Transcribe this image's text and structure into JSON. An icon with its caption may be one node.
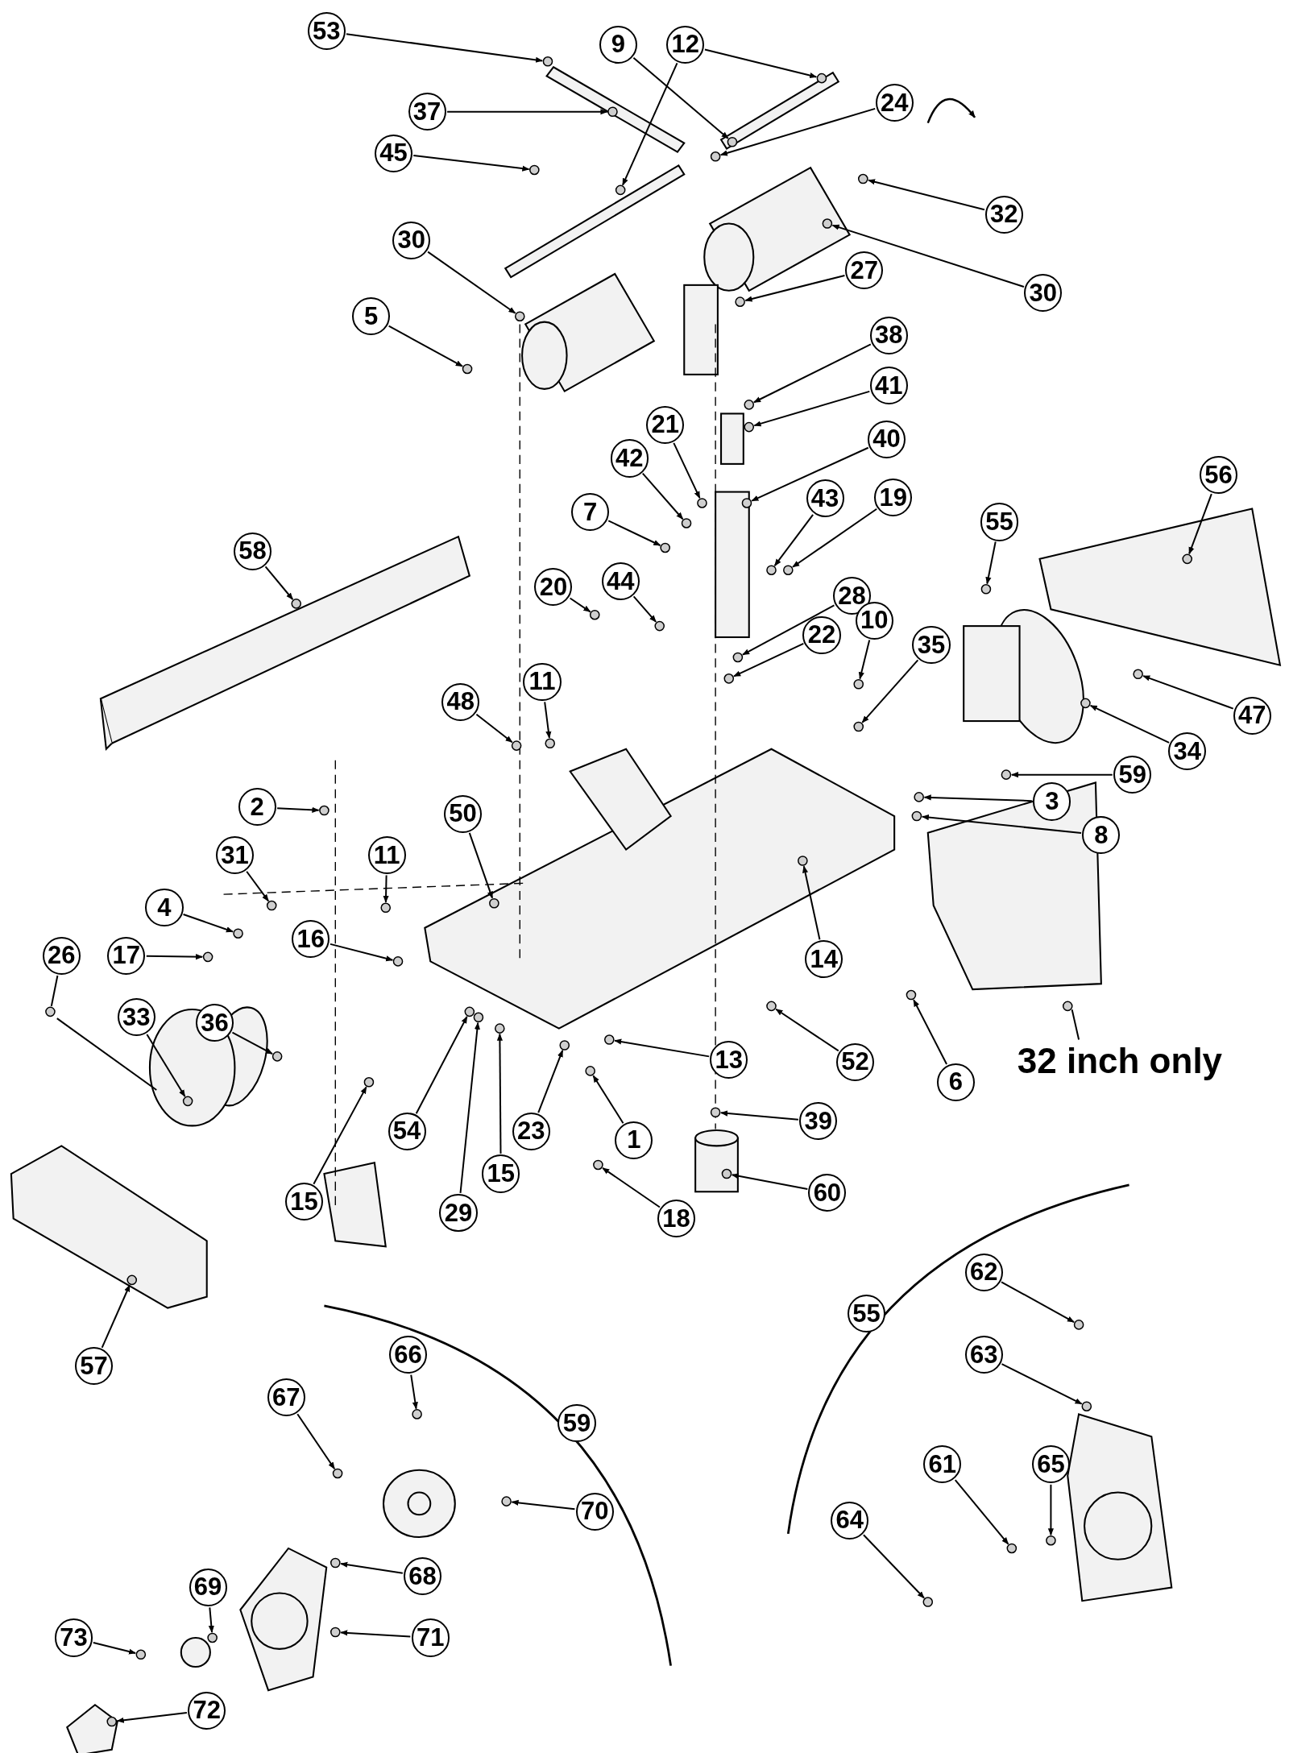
{
  "diagram": {
    "nodes": [
      {
        "text": [
          "53"
        ]
      },
      {
        "text": [
          "9"
        ]
      },
      {
        "text": [
          "12"
        ]
      },
      {
        "text": [
          "37"
        ]
      },
      {
        "text": [
          "24"
        ]
      },
      {
        "text": [
          "45"
        ]
      },
      {
        "text": [
          "32"
        ]
      },
      {
        "text": [
          "30"
        ]
      },
      {
        "text": [
          "30"
        ]
      },
      {
        "text": [
          "27"
        ]
      },
      {
        "text": [
          "5"
        ]
      },
      {
        "text": [
          "38"
        ]
      },
      {
        "text": [
          "41"
        ]
      },
      {
        "text": [
          "40"
        ]
      },
      {
        "text": [
          "21"
        ]
      },
      {
        "text": [
          "42"
        ]
      },
      {
        "text": [
          "43"
        ]
      },
      {
        "text": [
          "19"
        ]
      },
      {
        "text": [
          "7"
        ]
      },
      {
        "text": [
          "44"
        ]
      },
      {
        "text": [
          "20"
        ]
      },
      {
        "text": [
          "28"
        ]
      },
      {
        "text": [
          "22"
        ]
      },
      {
        "text": [
          "10"
        ]
      },
      {
        "text": [
          "35"
        ]
      },
      {
        "text": [
          "55"
        ]
      },
      {
        "text": [
          "56"
        ]
      },
      {
        "text": [
          "47"
        ]
      },
      {
        "text": [
          "34"
        ]
      },
      {
        "text": [
          "59"
        ]
      },
      {
        "text": [
          "3"
        ]
      },
      {
        "text": [
          "8"
        ]
      },
      {
        "text": [
          "58"
        ]
      },
      {
        "text": [
          "48"
        ]
      },
      {
        "text": [
          "11"
        ]
      },
      {
        "text": [
          "2"
        ]
      },
      {
        "text": [
          "50"
        ]
      },
      {
        "text": [
          "11"
        ]
      },
      {
        "text": [
          "31"
        ]
      },
      {
        "text": [
          "4"
        ]
      },
      {
        "text": [
          "16"
        ]
      },
      {
        "text": [
          "17"
        ]
      },
      {
        "text": [
          "26"
        ]
      },
      {
        "text": [
          "14"
        ]
      },
      {
        "text": [
          "52"
        ]
      },
      {
        "text": [
          "6"
        ]
      },
      {
        "text": [
          "32 inch only"
        ]
      },
      {
        "text": [
          "13"
        ]
      },
      {
        "text": [
          "39"
        ]
      },
      {
        "text": [
          "1"
        ]
      },
      {
        "text": [
          "23"
        ]
      },
      {
        "text": [
          "54"
        ]
      },
      {
        "text": [
          "29"
        ]
      },
      {
        "text": [
          "15"
        ]
      },
      {
        "text": [
          "15"
        ]
      },
      {
        "text": [
          "60"
        ]
      },
      {
        "text": [
          "18"
        ]
      },
      {
        "text": [
          "33"
        ]
      },
      {
        "text": [
          "36"
        ]
      },
      {
        "text": [
          "57"
        ]
      },
      {
        "text": [
          "62"
        ]
      },
      {
        "text": [
          "55"
        ]
      },
      {
        "text": [
          "63"
        ]
      },
      {
        "text": [
          "66"
        ]
      },
      {
        "text": [
          "59"
        ]
      },
      {
        "text": [
          "67"
        ]
      },
      {
        "text": [
          "65"
        ]
      },
      {
        "text": [
          "61"
        ]
      },
      {
        "text": [
          "70"
        ]
      },
      {
        "text": [
          "64"
        ]
      },
      {
        "text": [
          "68"
        ]
      },
      {
        "text": [
          "69"
        ]
      },
      {
        "text": [
          "71"
        ]
      },
      {
        "text": [
          "73"
        ]
      },
      {
        "text": [
          "72"
        ]
      },
      {
        "text": [],
        "shape": "circle"
      },
      {
        "text": [],
        "shape": "circle"
      },
      {
        "text": [],
        "shape": "circle"
      },
      {
        "text": [],
        "shape": "circle"
      },
      {
        "text": [],
        "shape": "circle"
      },
      {
        "text": [],
        "shape": "circle"
      },
      {
        "text": [],
        "shape": "circle"
      },
      {
        "text": [],
        "shape": "circle"
      },
      {
        "text": [],
        "shape": "circle"
      },
      {
        "text": [],
        "shape": "circle"
      },
      {
        "text": [],
        "shape": "circle"
      },
      {
        "text": [],
        "shape": "circle"
      },
      {
        "text": [],
        "shape": "circle"
      },
      {
        "text": [],
        "shape": "circle"
      },
      {
        "text": [],
        "shape": "circle"
      },
      {
        "text": [],
        "shape": "circle"
      },
      {
        "text": [],
        "shape": "circle"
      },
      {
        "text": [],
        "shape": "circle"
      },
      {
        "text": [],
        "shape": "circle"
      },
      {
        "text": [],
        "shape": "circle"
      },
      {
        "text": [],
        "shape": "circle"
      },
      {
        "text": [],
        "shape": "circle"
      },
      {
        "text": [],
        "shape": "circle"
      },
      {
        "text": [],
        "shape": "circle"
      },
      {
        "text": [],
        "shape": "circle"
      },
      {
        "text": [],
        "shape": "circle"
      },
      {
        "text": [],
        "shape": "circle"
      },
      {
        "text": [],
        "shape": "circle"
      },
      {
        "text": [],
        "shape": "circle"
      },
      {
        "text": [],
        "shape": "circle"
      },
      {
        "text": [],
        "shape": "circle"
      },
      {
        "text": [],
        "shape": "circle"
      },
      {
        "text": [],
        "shape": "circle"
      },
      {
        "text": [],
        "shape": "circle"
      },
      {
        "text": [],
        "shape": "circle"
      },
      {
        "text": [],
        "shape": "circle"
      },
      {
        "text": [],
        "shape": "circle"
      },
      {
        "text": [],
        "shape": "circle"
      },
      {
        "text": [],
        "shape": "circle"
      },
      {
        "text": [],
        "shape": "circle"
      },
      {
        "text": [],
        "shape": "circle"
      },
      {
        "text": [],
        "shape": "circle"
      },
      {
        "text": [],
        "shape": "circle"
      },
      {
        "text": [],
        "shape": "circle"
      },
      {
        "text": [],
        "shape": "circle"
      },
      {
        "text": [],
        "shape": "circle"
      },
      {
        "text": [],
        "shape": "circle"
      },
      {
        "text": [],
        "shape": "circle"
      },
      {
        "text": [],
        "shape": "circle"
      },
      {
        "text": [],
        "shape": "circle"
      },
      {
        "text": [],
        "shape": "circle"
      },
      {
        "text": [],
        "shape": "circle"
      },
      {
        "text": [],
        "shape": "circle"
      },
      {
        "text": [],
        "shape": "circle"
      },
      {
        "text": [],
        "shape": "circle"
      },
      {
        "text": [],
        "shape": "circle"
      },
      {
        "text": [],
        "shape": "circle"
      },
      {
        "text": [],
        "shape": "circle"
      },
      {
        "text": [],
        "shape": "circle"
      },
      {
        "text": [],
        "shape": "circle"
      },
      {
        "text": [],
        "shape": "circle"
      },
      {
        "text": [],
        "shape": "circle"
      },
      {
        "text": [],
        "shape": "circle"
      },
      {
        "text": [],
        "shape": "circle"
      },
      {
        "text": [],
        "shape": "circle"
      },
      {
        "text": [],
        "shape": "circle"
      },
      {
        "text": [],
        "shape": "circle"
      },
      {
        "text": [],
        "shape": "circle"
      },
      {
        "text": [],
        "shape": "circle"
      },
      {
        "text": [],
        "shape": "circle"
      },
      {
        "text": [],
        "shape": "circle"
      },
      {
        "text": [],
        "shape": "circle"
      },
      {
        "text": [],
        "shape": "circle"
      },
      {
        "text": [],
        "shape": "circle"
      }
    ],
    "edges": [
      {
        "from": 0,
        "to": 75,
        "arrow": "to"
      },
      {
        "from": 1,
        "to": 76,
        "arrow": "to"
      },
      {
        "from": 2,
        "to": 77,
        "arrow": "to"
      },
      {
        "from": 2,
        "to": 78,
        "arrow": "to"
      },
      {
        "from": 3,
        "to": 79,
        "arrow": "to"
      },
      {
        "from": 4,
        "to": 80,
        "arrow": "to"
      },
      {
        "from": 5,
        "to": 81,
        "arrow": "to"
      },
      {
        "from": 6,
        "to": 82,
        "arrow": "to"
      },
      {
        "from": 7,
        "to": 83,
        "arrow": "to"
      },
      {
        "from": 8,
        "to": 84,
        "arrow": "to"
      },
      {
        "from": 9,
        "to": 85,
        "arrow": "to"
      },
      {
        "from": 10,
        "to": 86,
        "arrow": "to"
      },
      {
        "from": 11,
        "to": 87,
        "arrow": "to"
      },
      {
        "from": 12,
        "to": 88,
        "arrow": "to"
      },
      {
        "from": 13,
        "to": 89,
        "arrow": "to"
      },
      {
        "from": 14,
        "to": 90,
        "arrow": "to"
      },
      {
        "from": 15,
        "to": 91,
        "arrow": "to"
      },
      {
        "from": 16,
        "to": 92,
        "arrow": "to"
      },
      {
        "from": 17,
        "to": 93,
        "arrow": "to"
      },
      {
        "from": 18,
        "to": 94,
        "arrow": "to"
      },
      {
        "from": 19,
        "to": 95,
        "arrow": "to"
      },
      {
        "from": 20,
        "to": 96,
        "arrow": "to"
      },
      {
        "from": 21,
        "to": 97,
        "arrow": "to"
      },
      {
        "from": 22,
        "to": 98,
        "arrow": "to"
      },
      {
        "from": 23,
        "to": 99,
        "arrow": "to"
      },
      {
        "from": 24,
        "to": 100,
        "arrow": "to"
      },
      {
        "from": 25,
        "to": 101,
        "arrow": "to"
      },
      {
        "from": 26,
        "to": 102,
        "arrow": "to"
      },
      {
        "from": 27,
        "to": 103,
        "arrow": "to"
      },
      {
        "from": 28,
        "to": 104,
        "arrow": "to"
      },
      {
        "from": 29,
        "to": 105,
        "arrow": "to"
      },
      {
        "from": 30,
        "to": 106,
        "arrow": "to"
      },
      {
        "from": 31,
        "to": 107,
        "arrow": "to"
      },
      {
        "from": 32,
        "to": 108,
        "arrow": "to"
      },
      {
        "from": 33,
        "to": 109,
        "arrow": "to"
      },
      {
        "from": 34,
        "to": 110,
        "arrow": "to"
      },
      {
        "from": 35,
        "to": 111,
        "arrow": "to"
      },
      {
        "from": 36,
        "to": 112,
        "arrow": "to"
      },
      {
        "from": 37,
        "to": 113,
        "arrow": "to"
      },
      {
        "from": 38,
        "to": 114,
        "arrow": "to"
      },
      {
        "from": 39,
        "to": 115,
        "arrow": "to"
      },
      {
        "from": 40,
        "to": 116,
        "arrow": "to"
      },
      {
        "from": 41,
        "to": 117,
        "arrow": "to"
      },
      {
        "from": 42,
        "to": 118,
        "arrow": "none"
      },
      {
        "from": 43,
        "to": 119,
        "arrow": "to"
      },
      {
        "from": 44,
        "to": 120,
        "arrow": "to"
      },
      {
        "from": 45,
        "to": 121,
        "arrow": "to"
      },
      {
        "from": 46,
        "to": 122,
        "arrow": "none"
      },
      {
        "from": 47,
        "to": 123,
        "arrow": "to"
      },
      {
        "from": 48,
        "to": 124,
        "arrow": "to"
      },
      {
        "from": 49,
        "to": 125,
        "arrow": "to"
      },
      {
        "from": 50,
        "to": 126,
        "arrow": "to"
      },
      {
        "from": 51,
        "to": 127,
        "arrow": "to"
      },
      {
        "from": 52,
        "to": 128,
        "arrow": "to"
      },
      {
        "from": 53,
        "to": 129,
        "arrow": "to"
      },
      {
        "from": 54,
        "to": 130,
        "arrow": "to"
      },
      {
        "from": 55,
        "to": 131,
        "arrow": "to"
      },
      {
        "from": 56,
        "to": 132,
        "arrow": "to"
      },
      {
        "from": 57,
        "to": 133,
        "arrow": "to"
      },
      {
        "from": 58,
        "to": 134,
        "arrow": "to"
      },
      {
        "from": 59,
        "to": 135,
        "arrow": "to"
      },
      {
        "from": 60,
        "to": 136,
        "arrow": "to"
      },
      {
        "from": 62,
        "to": 137,
        "arrow": "to"
      },
      {
        "from": 63,
        "to": 138,
        "arrow": "to"
      },
      {
        "from": 65,
        "to": 139,
        "arrow": "to"
      },
      {
        "from": 66,
        "to": 140,
        "arrow": "to"
      },
      {
        "from": 67,
        "to": 141,
        "arrow": "to"
      },
      {
        "from": 68,
        "to": 142,
        "arrow": "to"
      },
      {
        "from": 69,
        "to": 143,
        "arrow": "to"
      },
      {
        "from": 70,
        "to": 144,
        "arrow": "to"
      },
      {
        "from": 71,
        "to": 145,
        "arrow": "to"
      },
      {
        "from": 72,
        "to": 146,
        "arrow": "to"
      },
      {
        "from": 73,
        "to": 147,
        "arrow": "to"
      },
      {
        "from": 74,
        "to": 148,
        "arrow": "to"
      }
    ]
  }
}
